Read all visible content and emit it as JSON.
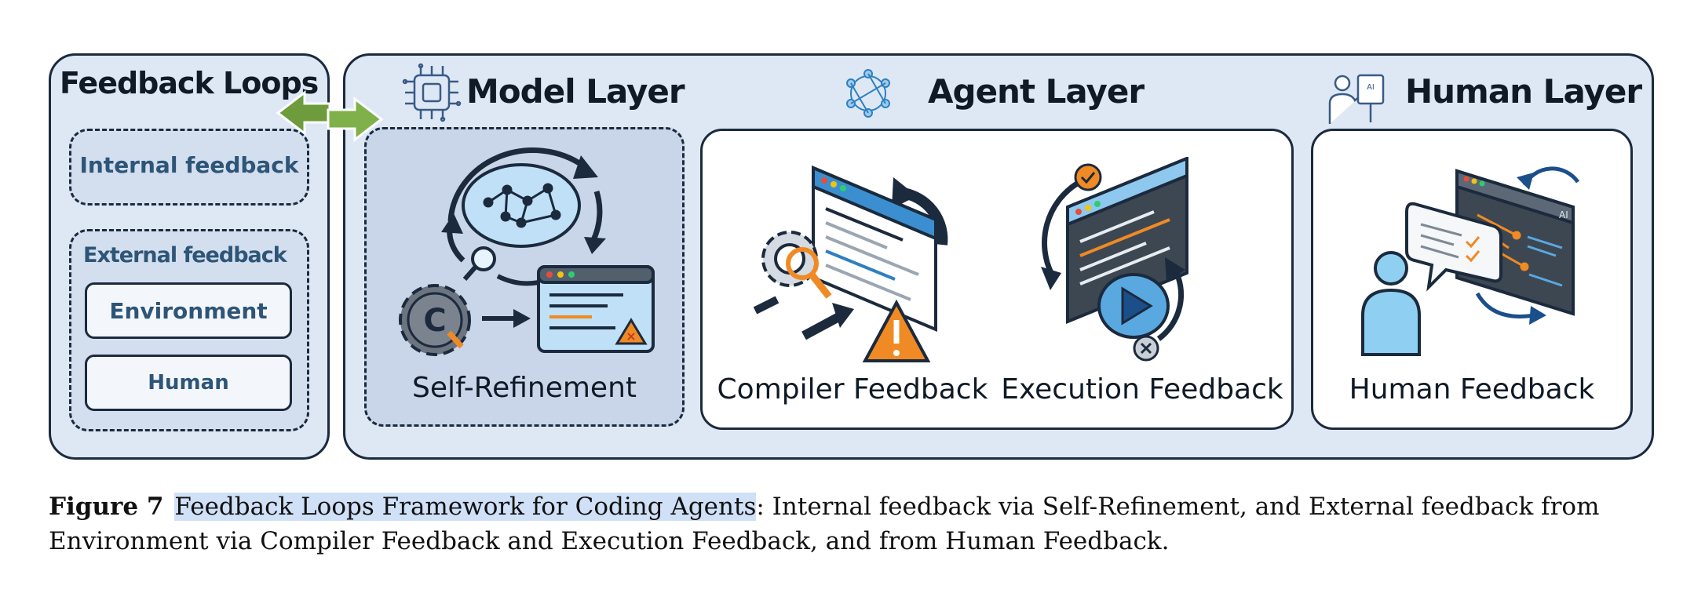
{
  "feedback_loops": {
    "title": "Feedback Loops",
    "internal_label": "Internal feedback",
    "external_label": "External feedback",
    "environment_label": "Environment",
    "human_label": "Human"
  },
  "model_layer": {
    "title": "Model Layer",
    "box_label": "Self-Refinement",
    "icon_letter": "C"
  },
  "agent_layer": {
    "title": "Agent Layer",
    "compiler_label": "Compiler Feedback",
    "execution_label": "Execution Feedback"
  },
  "human_layer": {
    "title": "Human Layer",
    "box_label": "Human Feedback",
    "screen_badge": "AI"
  },
  "caption": {
    "figure_number": "Figure 7",
    "highlight": "Feedback Loops Framework for Coding Agents",
    "line_rest": ": Internal feedback via Self-Refinement, and External feedback from Environment via Compiler Feedback and Execution Feedback, and from Human Feedback."
  },
  "colors": {
    "panel_fill": "#dde8f4",
    "model_box_fill": "#c9d6ea",
    "arrow_green": "#6e9c3c",
    "accent_orange": "#f08a24",
    "accent_blue": "#2f7fc1",
    "outline": "#1b2a3d"
  }
}
